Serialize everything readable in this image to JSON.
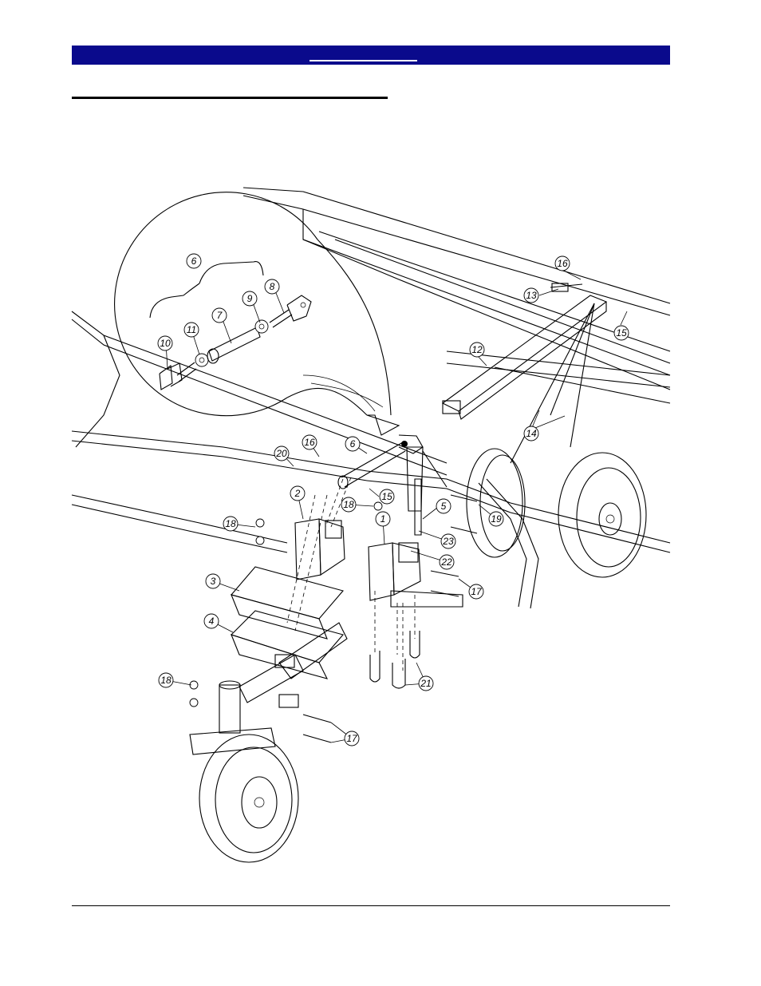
{
  "header": {
    "bar_color": "#0a0a8c"
  },
  "callouts": [
    {
      "id": "c6a",
      "label": "6"
    },
    {
      "id": "c8",
      "label": "8"
    },
    {
      "id": "c9",
      "label": "9"
    },
    {
      "id": "c7",
      "label": "7"
    },
    {
      "id": "c11",
      "label": "11"
    },
    {
      "id": "c10",
      "label": "10"
    },
    {
      "id": "c16a",
      "label": "16"
    },
    {
      "id": "c13",
      "label": "13"
    },
    {
      "id": "c15a",
      "label": "15"
    },
    {
      "id": "c12",
      "label": "12"
    },
    {
      "id": "c14",
      "label": "14"
    },
    {
      "id": "c16b",
      "label": "16"
    },
    {
      "id": "c20",
      "label": "20"
    },
    {
      "id": "c6b",
      "label": "6"
    },
    {
      "id": "c15b",
      "label": "15"
    },
    {
      "id": "c2",
      "label": "2"
    },
    {
      "id": "c18a",
      "label": "18"
    },
    {
      "id": "c1",
      "label": "1"
    },
    {
      "id": "c5",
      "label": "5"
    },
    {
      "id": "c19",
      "label": "19"
    },
    {
      "id": "c18b",
      "label": "18"
    },
    {
      "id": "c23",
      "label": "23"
    },
    {
      "id": "c22",
      "label": "22"
    },
    {
      "id": "c3",
      "label": "3"
    },
    {
      "id": "c17a",
      "label": "17"
    },
    {
      "id": "c4",
      "label": "4"
    },
    {
      "id": "c21",
      "label": "21"
    },
    {
      "id": "c18c",
      "label": "18"
    },
    {
      "id": "c17b",
      "label": "17"
    }
  ]
}
